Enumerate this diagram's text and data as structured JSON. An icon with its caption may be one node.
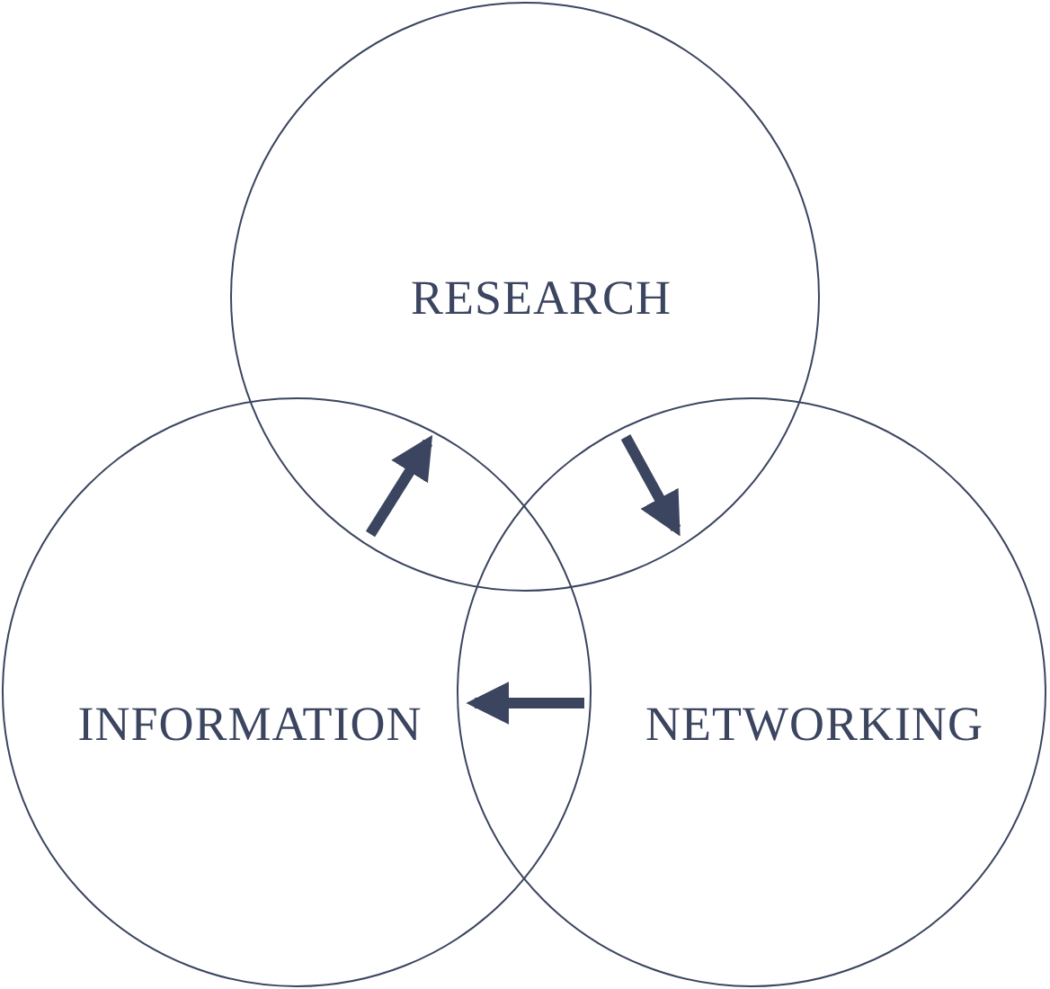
{
  "diagram": {
    "nodes": [
      {
        "text": [
          "RESEARCH"
        ]
      },
      {
        "text": [
          "INFORMATION"
        ]
      },
      {
        "text": [
          "NETWORKING"
        ]
      }
    ],
    "edges": [
      {
        "from": 1,
        "to": 0,
        "arrow": "to"
      },
      {
        "from": 0,
        "to": 2,
        "arrow": "to"
      },
      {
        "from": 2,
        "to": 1,
        "arrow": "to"
      }
    ]
  }
}
